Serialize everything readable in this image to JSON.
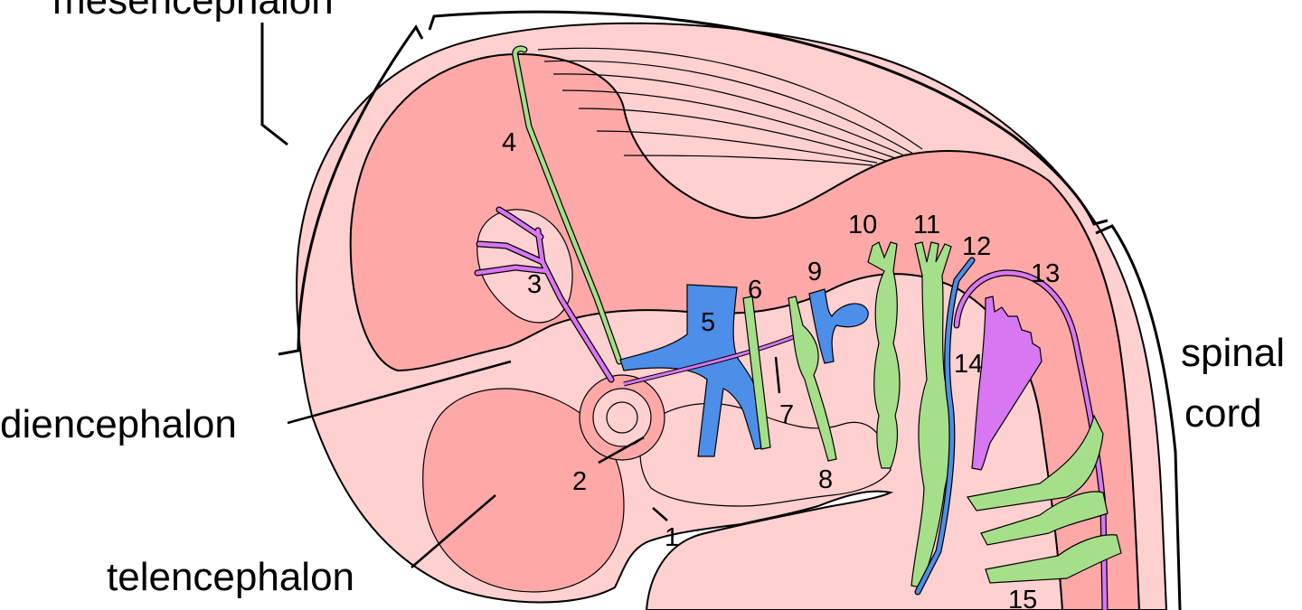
{
  "colors": {
    "outer_tissue": "#ffd0d0",
    "brain": "#fea8a8",
    "nerve_green": "#a6df8a",
    "nerve_blue": "#4c8ee8",
    "nerve_violet": "#d877f2",
    "background": "#ffffff"
  },
  "regions": {
    "mesencephalon": "mesencephalon",
    "diencephalon": "diencephalon",
    "telencephalon": "telencephalon",
    "spinal_line1": "spinal",
    "spinal_line2": "cord"
  },
  "numbers": {
    "n1": "1",
    "n2": "2",
    "n3": "3",
    "n4": "4",
    "n5": "5",
    "n6": "6",
    "n7": "7",
    "n8": "8",
    "n9": "9",
    "n10": "10",
    "n11": "11",
    "n12": "12",
    "n13": "13",
    "n14": "14",
    "n15": "15"
  }
}
